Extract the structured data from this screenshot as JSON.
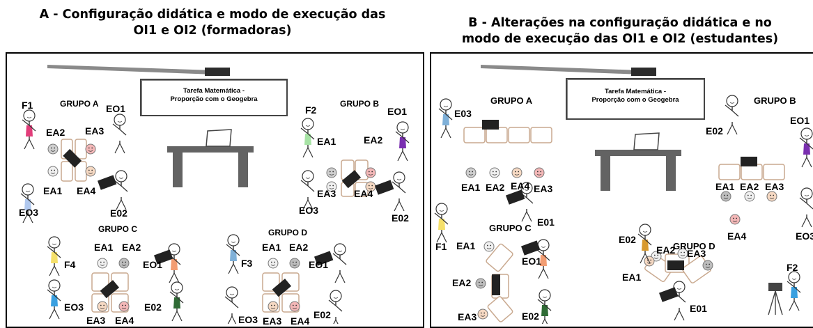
{
  "panel_a": {
    "title_line1": "A - Configuração didática e modo de execução das",
    "title_line2": "OI1 e OI2 (formadoras)",
    "board_line1": "Tarefa Matemática -",
    "board_line2": "Proporção com o Geogebra",
    "groups": {
      "a": "GRUPO A",
      "b": "GRUPO B",
      "c": "GRUPO C",
      "d": "GRUPO D"
    },
    "labels": {
      "f1": "F1",
      "f2": "F2",
      "f3": "F3",
      "f4": "F4",
      "ga_eo1": "EO1",
      "ga_ea2": "EA2",
      "ga_ea3": "EA3",
      "ga_ea1": "EA1",
      "ga_ea4": "EA4",
      "ga_eo3": "EO3",
      "ga_e02": "E02",
      "gb_eo1": "EO1",
      "gb_ea1": "EA1",
      "gb_ea2": "EA2",
      "gb_ea3": "EA3",
      "gb_ea4": "EA4",
      "gb_eo3": "EO3",
      "gb_e02": "E02",
      "gc_ea1": "EA1",
      "gc_ea2": "EA2",
      "gc_eo1": "EO1",
      "gc_eo3": "EO3",
      "gc_e02": "E02",
      "gc_ea3": "EA3",
      "gc_ea4": "EA4",
      "gd_ea1": "EA1",
      "gd_ea2": "EA2",
      "gd_eo1": "EO1",
      "gd_eo3": "EO3",
      "gd_e02": "E02",
      "gd_ea3": "EA3",
      "gd_ea4": "EA4"
    }
  },
  "panel_b": {
    "title_line1": "B - Alterações na configuração didática e no",
    "title_line2": "modo de execução das OI1 e OI2 (estudantes)",
    "board_line1": "Tarefa Matemática -",
    "board_line2": "Proporção com o Geogebra",
    "groups": {
      "a": "GRUPO A",
      "b": "GRUPO B",
      "c": "GRUPO C",
      "d": "GRUPO D"
    },
    "labels": {
      "ga_e03": "E03",
      "ga_ea1": "EA1",
      "ga_ea2": "EA2",
      "ga_ea4": "EA4",
      "ga_ea3": "EA3",
      "ga_e01": "E01",
      "f1": "F1",
      "gb_e02": "E02",
      "gb_eo1": "EO1",
      "gb_ea1": "EA1",
      "gb_ea2": "EA2",
      "gb_ea3": "EA3",
      "gb_ea4": "EA4",
      "gb_eo3": "EO3",
      "gc_ea1": "EA1",
      "gc_eo1": "EO1",
      "gc_ea2": "EA2",
      "gc_ea3": "EA3",
      "gc_e02": "E02",
      "gd_e02": "E02",
      "gd_ea2": "EA2",
      "gd_ea3": "EA3",
      "gd_ea1": "EA1",
      "gd_e01": "E01",
      "f2": "F2"
    }
  },
  "colors": {
    "frame": "#000000",
    "desk": "#636363",
    "table_outline": "#c9a98f",
    "stick": "#333333"
  }
}
